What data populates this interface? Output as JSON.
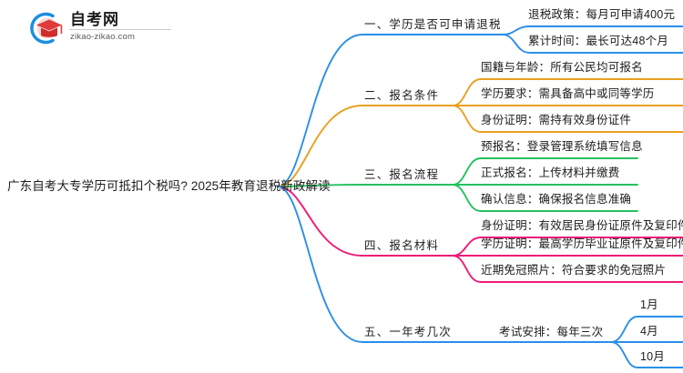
{
  "logo": {
    "name": "自考网",
    "domain": "zikao-zikao.com",
    "mark_icon": "graduation-cap-icon",
    "arc_color": "#1a8fe0",
    "cap_color": "#e03a3a"
  },
  "mindmap": {
    "root": {
      "label": "广东自考大专学历可抵扣个税吗? 2025年教育退税新政解读"
    },
    "branches": [
      {
        "label": "一、学历是否可申请退税",
        "color": "#2b8fe8",
        "children": [
          {
            "label": "退税政策：每月可申请400元"
          },
          {
            "label": "累计时间：最长可达48个月"
          }
        ]
      },
      {
        "label": "二、报名条件",
        "color": "#e8a020",
        "children": [
          {
            "label": "国籍与年龄：所有公民均可报名"
          },
          {
            "label": "学历要求：需具备高中或同等学历"
          },
          {
            "label": "身份证明：需持有效身份证件"
          }
        ]
      },
      {
        "label": "三、报名流程",
        "color": "#23c25e",
        "children": [
          {
            "label": "预报名：登录管理系统填写信息"
          },
          {
            "label": "正式报名：上传材料并缴费"
          },
          {
            "label": "确认信息：确保报名信息准确"
          }
        ]
      },
      {
        "label": "四、报名材料",
        "color": "#ed1c78",
        "children": [
          {
            "label": "身份证明：有效居民身份证原件及复印件"
          },
          {
            "label": "学历证明：最高学历毕业证原件及复印件"
          },
          {
            "label": "近期免冠照片：符合要求的免冠照片"
          }
        ]
      },
      {
        "label": "五、一年考几次",
        "color": "#2b8fe8",
        "children": [
          {
            "label": "考试安排：每年三次",
            "children": [
              {
                "label": "1月"
              },
              {
                "label": "4月"
              },
              {
                "label": "10月"
              }
            ]
          }
        ]
      }
    ]
  }
}
